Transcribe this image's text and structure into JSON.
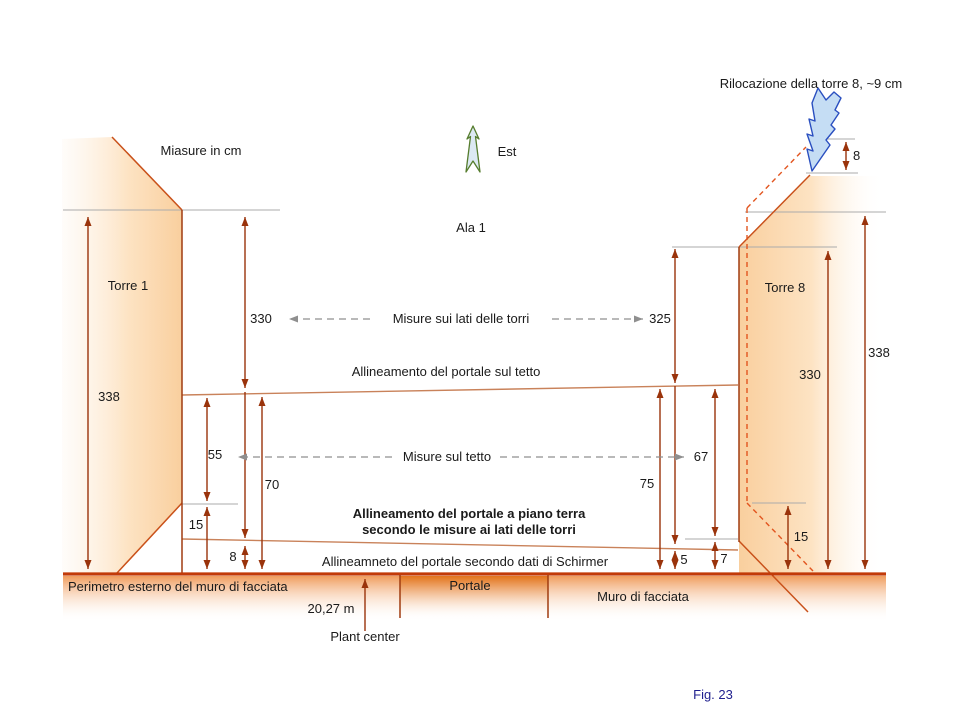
{
  "figure": {
    "caption": "Fig. 23",
    "units_note": "Miasure in cm",
    "compass_label": "Est",
    "wing_label": "Ala 1",
    "relocation_note": "Rilocazione della torre 8, ~9 cm"
  },
  "towers": {
    "torre1": {
      "name": "Torre 1"
    },
    "torre8": {
      "name": "Torre 8"
    }
  },
  "rows": {
    "sides": {
      "left_value": "330",
      "label": "Misure sui lati delle torri",
      "right_value": "325"
    },
    "roof": {
      "left_value": "55",
      "label": "Misure sul tetto",
      "right_value": "67"
    }
  },
  "alignments": {
    "roof": "Allineamento del portale sul tetto",
    "ground_line1": "Allineamento del portale a piano terra",
    "ground_line2": "secondo le misure ai lati delle torri",
    "schirmer": "Allineamneto del portale secondo dati di Schirmer"
  },
  "dims": {
    "left_338": "338",
    "left_70": "70",
    "left_15": "15",
    "left_8": "8",
    "right_338": "338",
    "right_330": "330",
    "right_75": "75",
    "right_5": "5",
    "right_7": "7",
    "right_15": "15",
    "right_top_8": "8"
  },
  "ground": {
    "perimeter": "Perimetro esterno del muro di facciata",
    "portal": "Portale",
    "wall": "Muro di facciata",
    "span": "20,27 m",
    "plant_center": "Plant center"
  },
  "colors": {
    "dimension": "#9a330b",
    "tower_edge": "#c9511a",
    "tower_fill": "#f9cf9e",
    "ground_line": "#c23a08",
    "dashed_outline": "#e2551f",
    "reference_gray": "#ababab",
    "relocation_arrow_fill": "#c5ddf4",
    "relocation_arrow_stroke": "#2a4fc0",
    "compass_stroke": "#567d2e",
    "caption_blue": "#1f1f8e"
  }
}
